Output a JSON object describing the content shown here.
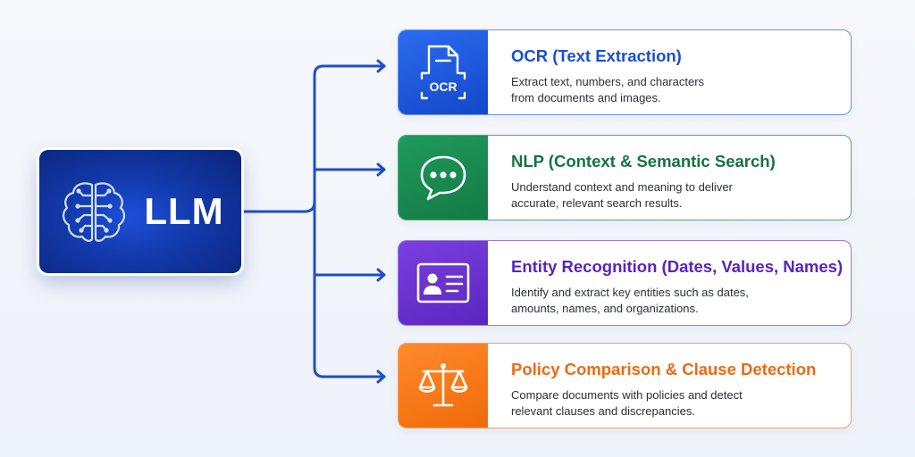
{
  "llm": {
    "label": "LLM",
    "icon": "brain-circuit-icon"
  },
  "colors": {
    "connector": "#1e4fc8",
    "llm_box": "#1238a8",
    "ocr": "#1a4fd1",
    "nlp": "#14743f",
    "entity": "#5a23c2",
    "policy": "#ec6a12"
  },
  "cards": [
    {
      "title": "OCR (Text Extraction)",
      "icon": "ocr-document-icon",
      "icon_text": "OCR",
      "desc_lines": [
        "Extract text, numbers, and characters",
        "from documents and images."
      ]
    },
    {
      "title": "NLP (Context & Semantic Search)",
      "icon": "chat-bubble-icon",
      "desc_lines": [
        "Understand context and meaning to deliver",
        "accurate, relevant search results."
      ]
    },
    {
      "title": "Entity Recognition (Dates, Values, Names)",
      "icon": "id-card-icon",
      "desc_lines": [
        "Identify and extract key entities such as dates,",
        "amounts, names, and organizations."
      ]
    },
    {
      "title": "Policy Comparison & Clause Detection",
      "icon": "scales-icon",
      "desc_lines": [
        "Compare documents with policies and detect",
        "relevant clauses and discrepancies."
      ]
    }
  ]
}
